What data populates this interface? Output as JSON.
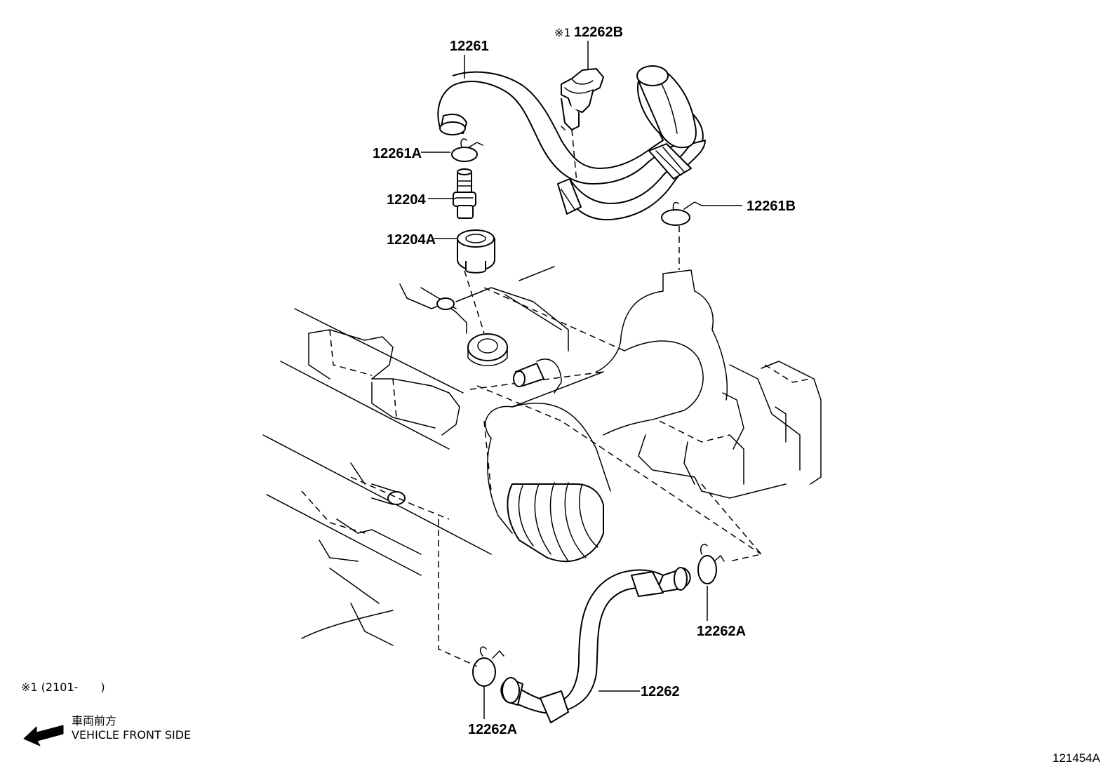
{
  "parts": {
    "p12261": "12261",
    "p12262B": "12262B",
    "p12262B_prefix": "※1",
    "p12261A": "12261A",
    "p12204": "12204",
    "p12204A": "12204A",
    "p12261B": "12261B",
    "p12262A_right": "12262A",
    "p12262": "12262",
    "p12262A_bottom": "12262A"
  },
  "notes": {
    "footnote": "※1 (2101-　　)",
    "direction_jp": "車両前方",
    "direction_en": "VEHICLE FRONT SIDE"
  },
  "figure_code": "121454A"
}
